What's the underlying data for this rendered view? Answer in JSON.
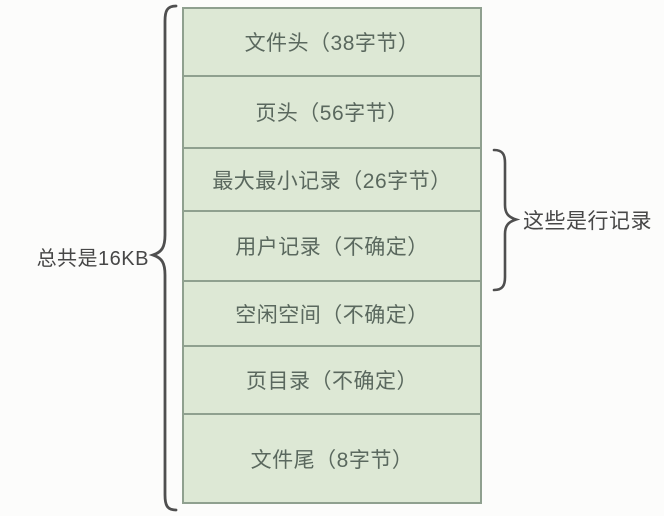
{
  "diagram": {
    "title_implicit": "InnoDB page structure",
    "colors": {
      "box-fill": "#dde8d5",
      "box-border": "#8fa08f",
      "box-text": "#5a685e",
      "label-text": "#474747",
      "brace": "#4f4f4f"
    },
    "rows": [
      {
        "label": "文件头（38字节）"
      },
      {
        "label": "页头（56字节）"
      },
      {
        "label": "最大最小记录（26字节）"
      },
      {
        "label": "用户记录（不确定）"
      },
      {
        "label": "空闲空间（不确定）"
      },
      {
        "label": "页目录（不确定）"
      },
      {
        "label": "文件尾（8字节）"
      }
    ],
    "left_annotation": {
      "label": "总共是16KB"
    },
    "right_annotation": {
      "label": "这些是行记录"
    }
  }
}
